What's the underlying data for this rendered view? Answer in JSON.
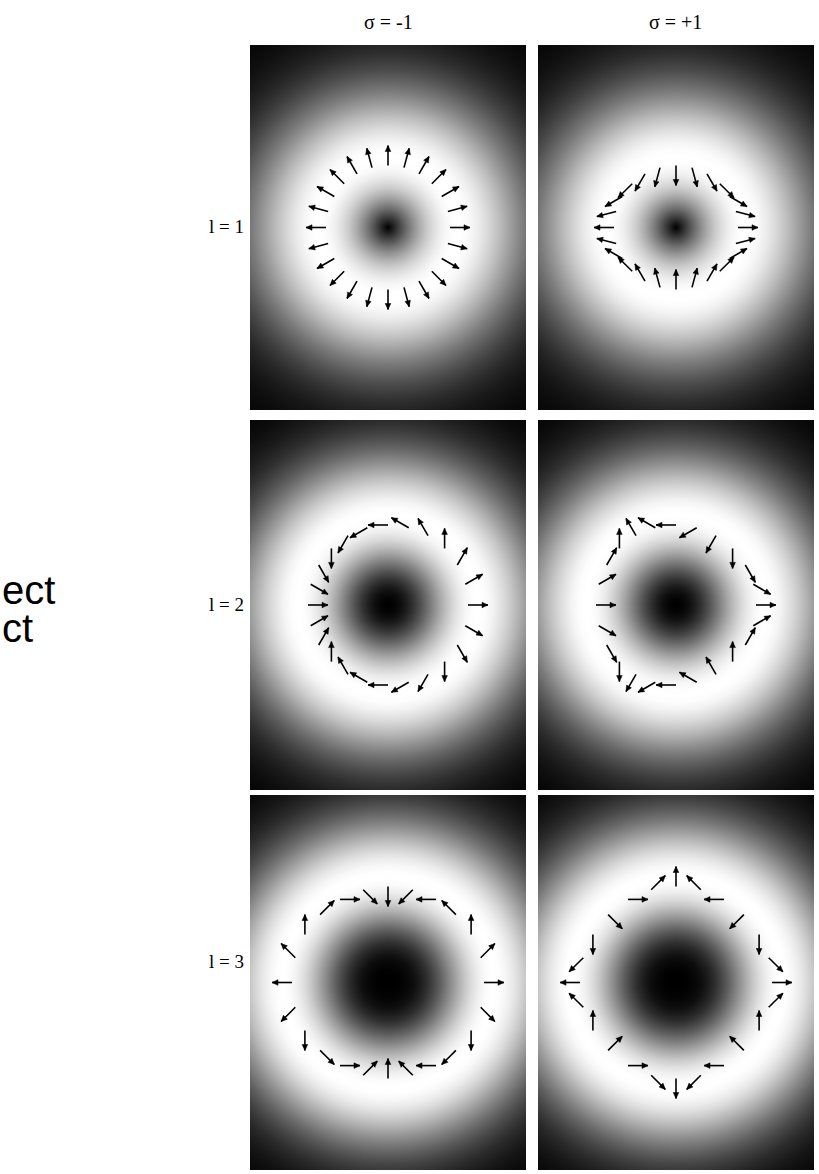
{
  "diagram": {
    "labels": [
      "σ = -1",
      "σ = +1",
      "l = 1",
      "l = 2",
      "l = 3",
      "ect",
      "ct"
    ]
  }
}
